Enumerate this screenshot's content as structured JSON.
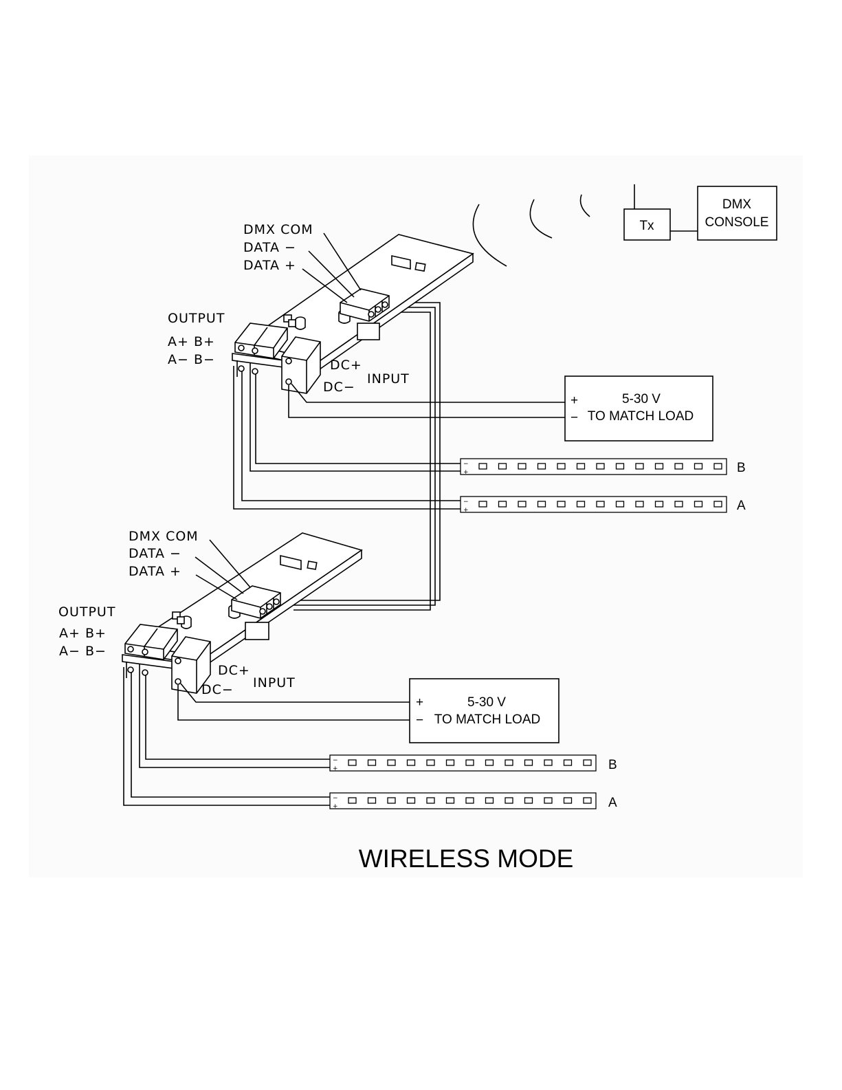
{
  "title": "WIRELESS MODE",
  "transmitter": {
    "label": "Tx"
  },
  "console": {
    "line1": "DMX",
    "line2": "CONSOLE"
  },
  "decoders": [
    {
      "dmx_com": "DMX  COM",
      "data_minus": "DATA  −",
      "data_plus": "DATA  +",
      "output": "OUTPUT",
      "out_row1": "A+  B+",
      "out_row2": "A−  B−",
      "dc_plus": "DC+",
      "dc_minus": "DC−",
      "input": "INPUT",
      "psu": {
        "plus": "+",
        "minus": "−",
        "voltage": "5-30 V",
        "note": "TO MATCH LOAD"
      },
      "strips": [
        {
          "name": "B",
          "minus": "−",
          "plus": "+"
        },
        {
          "name": "A",
          "minus": "−",
          "plus": "+"
        }
      ]
    },
    {
      "dmx_com": "DMX  COM",
      "data_minus": "DATA  −",
      "data_plus": "DATA  +",
      "output": "OUTPUT",
      "out_row1": "A+  B+",
      "out_row2": "A−  B−",
      "dc_plus": "DC+",
      "dc_minus": "DC−",
      "input": "INPUT",
      "psu": {
        "plus": "+",
        "minus": "−",
        "voltage": "5-30 V",
        "note": "TO MATCH LOAD"
      },
      "strips": [
        {
          "name": "B",
          "minus": "−",
          "plus": "+"
        },
        {
          "name": "A",
          "minus": "−",
          "plus": "+"
        }
      ]
    }
  ]
}
